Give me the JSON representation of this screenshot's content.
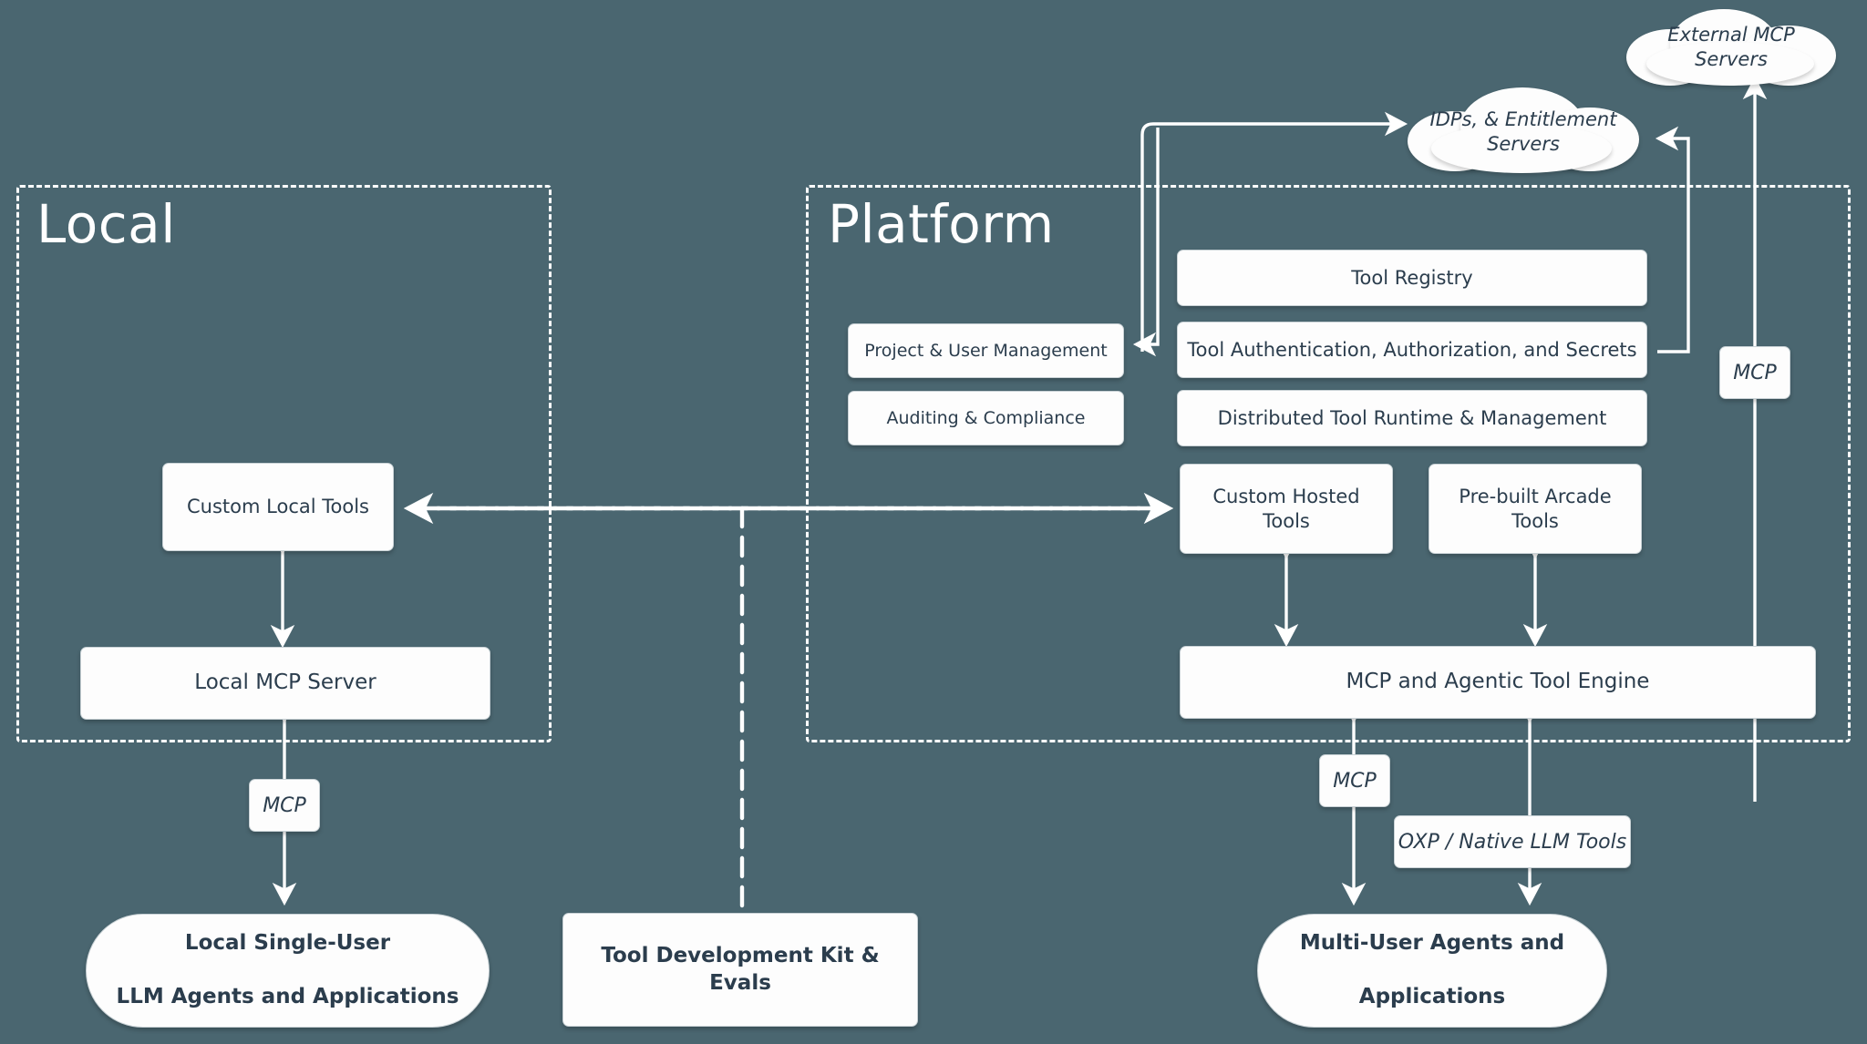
{
  "diagram": {
    "background_color": "#4a6670",
    "node_fill": "#fdfdfd",
    "node_text_color": "#2b3d4d",
    "stroke_color": "#ffffff"
  },
  "zones": [
    {
      "id": "local",
      "title": "Local"
    },
    {
      "id": "platform",
      "title": "Platform"
    }
  ],
  "clouds": [
    {
      "id": "external-mcp-servers",
      "label": "External MCP Servers"
    },
    {
      "id": "idps-entitlement",
      "line1": "IDPs, & Entitlement",
      "line2": "Servers"
    }
  ],
  "local": {
    "custom_local_tools": "Custom Local Tools",
    "local_mcp_server": "Local MCP Server",
    "mcp_label": "MCP",
    "agents_line1": "Local Single-User",
    "agents_line2": "LLM Agents and Applications"
  },
  "middle": {
    "tdk": "Tool Development Kit & Evals"
  },
  "platform": {
    "project_user_management": "Project & User Management",
    "auditing_compliance": "Auditing & Compliance",
    "tool_registry": "Tool Registry",
    "tool_auth": "Tool Authentication, Authorization, and Secrets",
    "distributed_runtime": "Distributed Tool Runtime & Management",
    "custom_hosted_tools": "Custom Hosted Tools",
    "prebuilt_arcade_tools": "Pre-built Arcade Tools",
    "engine": "MCP and Agentic Tool Engine",
    "mcp_label_bottom": "MCP",
    "mcp_label_right": "MCP",
    "oxp_native": "OXP / Native LLM Tools",
    "agents_line1": "Multi-User Agents and",
    "agents_line2": "Applications"
  }
}
